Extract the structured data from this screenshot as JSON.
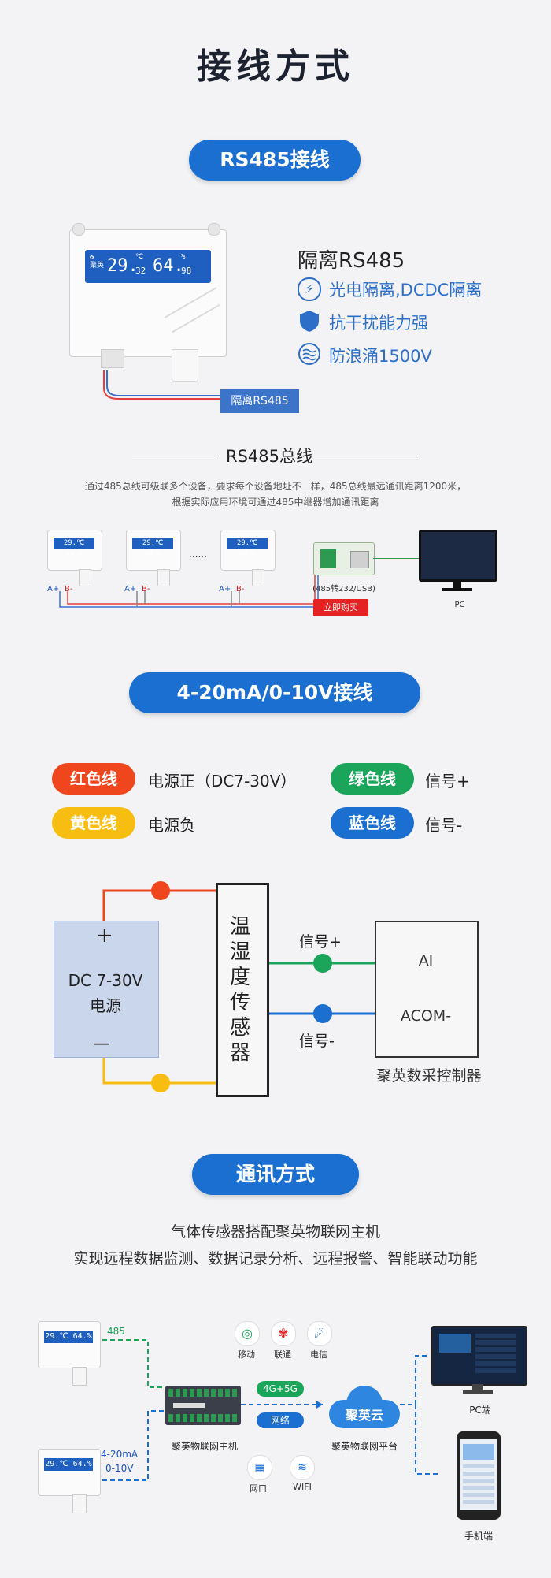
{
  "page_title": "接线方式",
  "rs485": {
    "section_label": "RS485接线",
    "device_lcd": {
      "temp": "29.",
      "temp_sub": "32",
      "temp_unit": "℃",
      "hum": "64.",
      "hum_sub": "98",
      "hum_unit": "%"
    },
    "isolation_title": "隔离RS485",
    "features": [
      {
        "icon": "lightning-icon",
        "text": "光电隔离,DCDC隔离"
      },
      {
        "icon": "shield-icon",
        "text": "抗干扰能力强"
      },
      {
        "icon": "wave-icon",
        "text": "防浪涌1500V"
      }
    ],
    "cable_label": "隔离RS485",
    "bus_title": "RS485总线",
    "bus_desc_line1": "通过485总线可级联多个设备，要求每个设备地址不一样，485总线最远通讯距离1200米，",
    "bus_desc_line2": "根据实际应用环境可通过485中继器增加通讯距离",
    "terminal_a": "A+",
    "terminal_b": "B-",
    "dots": "......",
    "converter_label": "(485转232/USB)",
    "buy_button": "立即购买",
    "pc_label": "PC"
  },
  "analog": {
    "section_label": "4-20mA/0-10V接线",
    "legend": [
      {
        "tag": "红色线",
        "color": "#f0461e",
        "desc": "电源正（DC7-30V）"
      },
      {
        "tag": "绿色线",
        "color": "#1aa55a",
        "desc": "信号+"
      },
      {
        "tag": "黄色线",
        "color": "#f7be11",
        "desc": "电源负"
      },
      {
        "tag": "蓝色线",
        "color": "#1b6fd0",
        "desc": "信号-"
      }
    ],
    "power_plus": "+",
    "power_minus": "—",
    "power_label_1": "DC 7-30V",
    "power_label_2": "电源",
    "sensor_label": "温湿度传感器",
    "signal_plus": "信号+",
    "signal_minus": "信号-",
    "controller_ai": "AI",
    "controller_acom": "ACOM-",
    "controller_name": "聚英数采控制器",
    "colors": {
      "red": "#f0461e",
      "green": "#1aa55a",
      "yellow": "#f7be11",
      "blue": "#1b6fd0"
    }
  },
  "comm": {
    "section_label": "通讯方式",
    "subtitle_1": "气体传感器搭配聚英物联网主机",
    "subtitle_2": "实现远程数据监测、数据记录分析、远程报警、智能联动功能",
    "link_485": "485",
    "link_analog_1": "4-20mA",
    "link_analog_2": "0-10V",
    "host_label": "聚英物联网主机",
    "carriers": [
      "移动",
      "联通",
      "电信"
    ],
    "net_4g": "4G+5G",
    "net_label": "网络",
    "lan": [
      "网口",
      "WIFI"
    ],
    "cloud_name": "聚英云",
    "cloud_label": "聚英物联网平台",
    "pc_label": "PC端",
    "phone_label": "手机端"
  }
}
